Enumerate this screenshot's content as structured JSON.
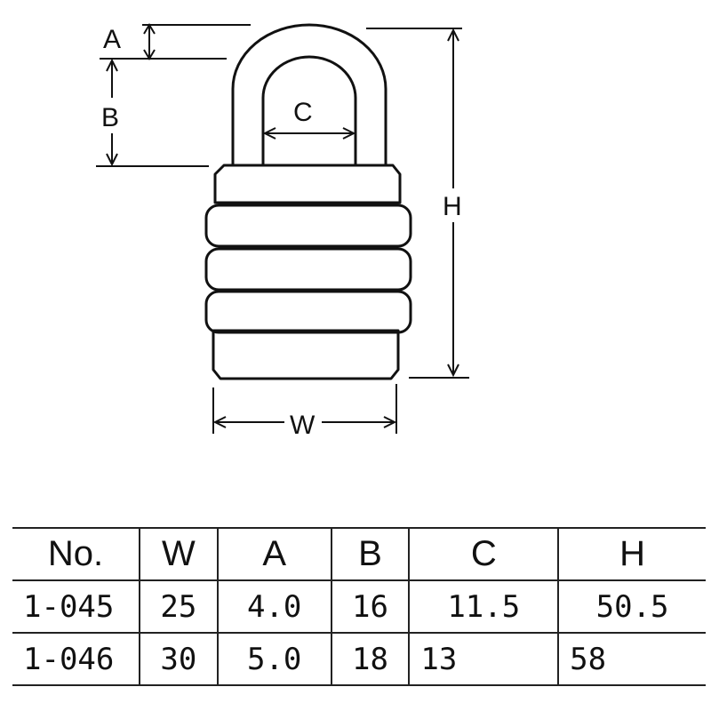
{
  "diagram": {
    "subject": "padlock",
    "dimension_labels": {
      "A": "A",
      "B": "B",
      "C": "C",
      "H": "H",
      "W": "W"
    }
  },
  "table": {
    "headers": [
      "No.",
      "W",
      "A",
      "B",
      "C",
      "H"
    ],
    "rows": [
      [
        "1-045",
        "25",
        "4.0",
        "16",
        "11.5",
        "50.5"
      ],
      [
        "1-046",
        "30",
        "5.0",
        "18",
        "13",
        "58"
      ]
    ]
  }
}
